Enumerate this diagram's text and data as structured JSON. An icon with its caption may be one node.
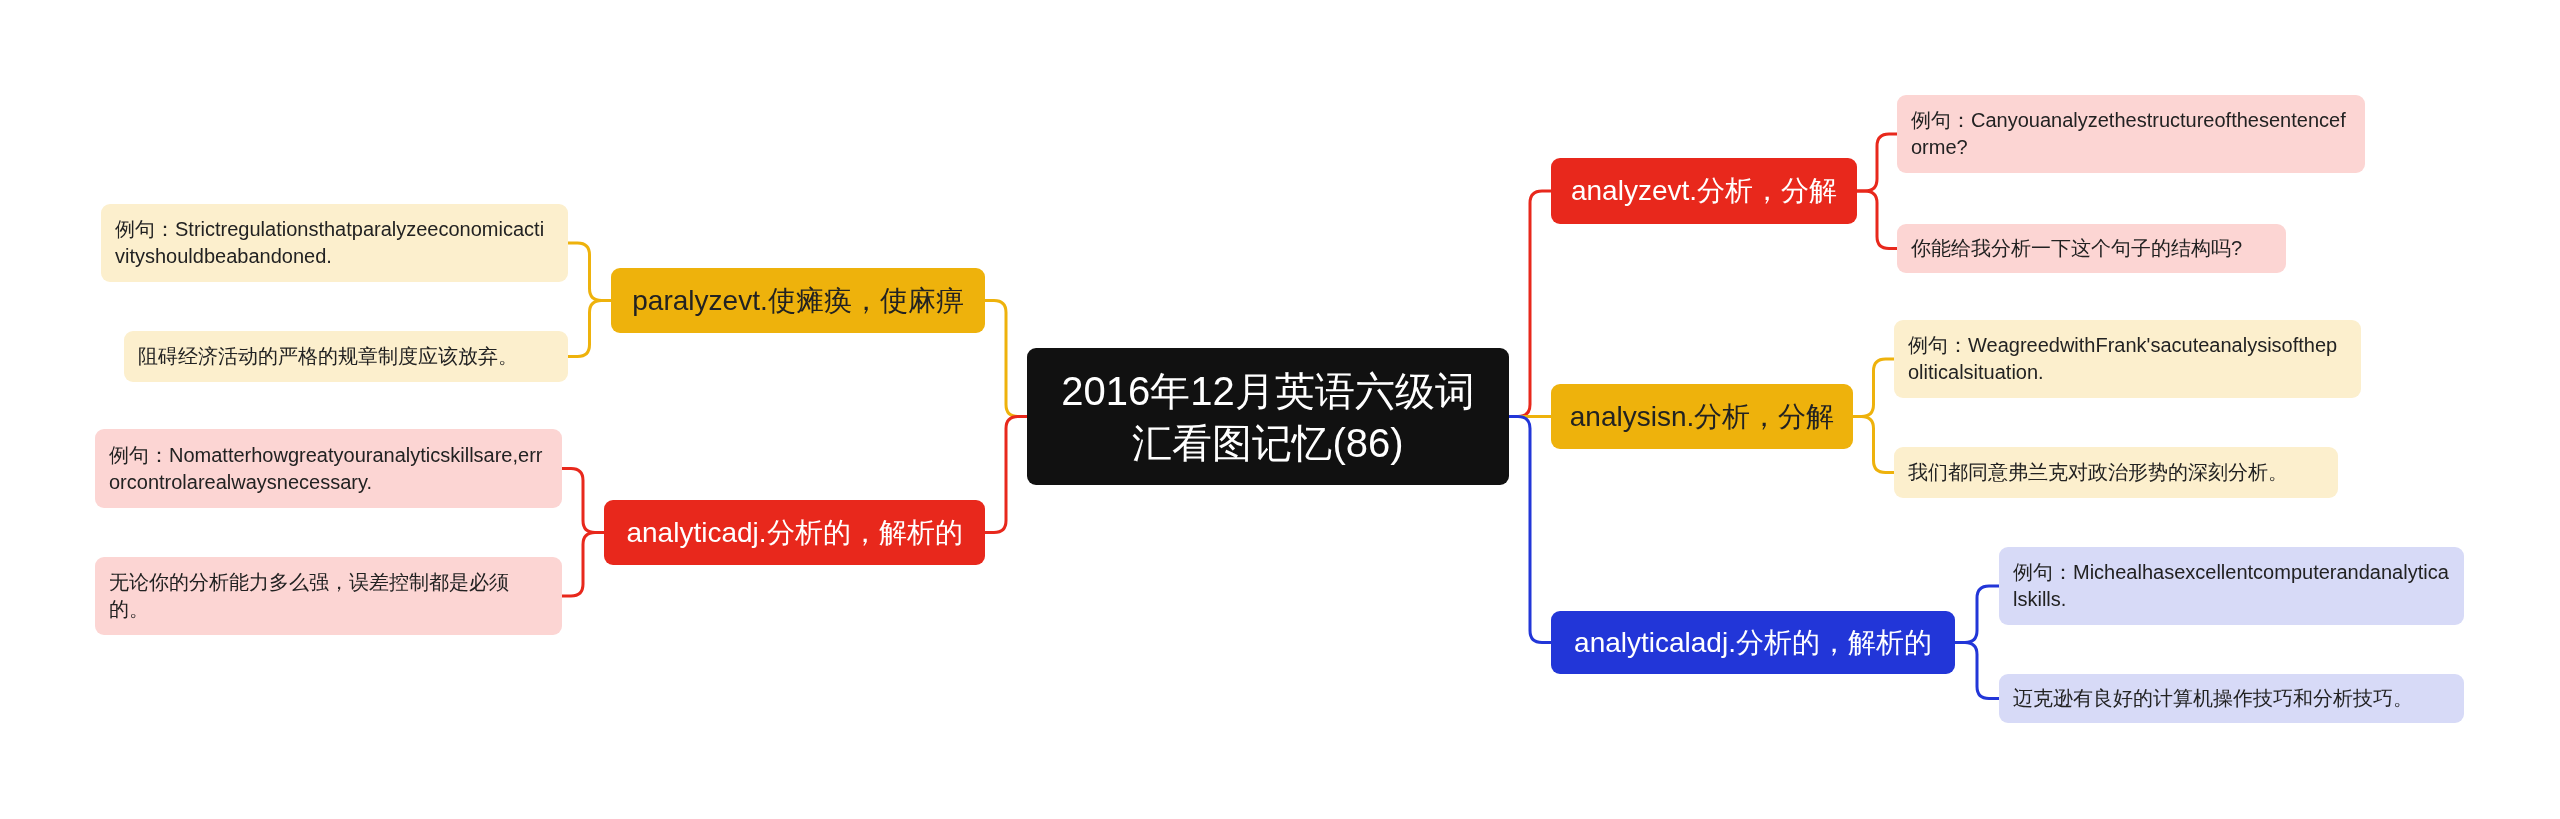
{
  "diagram": {
    "nodes": [
      {
        "text": [
          "2016年12月英语六级词汇看图记忆(86)"
        ]
      },
      {
        "text": [
          "paralyzevt.使瘫痪，使麻痹"
        ]
      },
      {
        "text": [
          "例句：Strictregulationsthatparalyzeeconomicactivityshouldbeabandoned."
        ]
      },
      {
        "text": [
          "阻碍经济活动的严格的规章制度应该放弃。"
        ]
      },
      {
        "text": [
          "analyticadj.分析的，解析的"
        ]
      },
      {
        "text": [
          "例句：Nomatterhowgreatyouranalyticskillsare,errorcontrolarealwaysnecessary."
        ]
      },
      {
        "text": [
          "无论你的分析能力多么强，误差控制都是必须的。"
        ]
      },
      {
        "text": [
          "analyzevt.分析，分解"
        ]
      },
      {
        "text": [
          "例句：Canyouanalyzethestructureofthesentenceforme?"
        ]
      },
      {
        "text": [
          "你能给我分析一下这个句子的结构吗?"
        ]
      },
      {
        "text": [
          "analysisn.分析，分解"
        ]
      },
      {
        "text": [
          "例句：WeagreedwithFrank'sacuteanalysisofthepoliticalsituation."
        ]
      },
      {
        "text": [
          "我们都同意弗兰克对政治形势的深刻分析。"
        ]
      },
      {
        "text": [
          "analyticaladj.分析的，解析的"
        ]
      },
      {
        "text": [
          "例句：Michealhasexcellentcomputerandanalyticalskills."
        ]
      },
      {
        "text": [
          "迈克逊有良好的计算机操作技巧和分析技巧。"
        ]
      }
    ],
    "edges": [
      {
        "from": 0,
        "to": 1,
        "arrow": "none",
        "color": "#eeb20c"
      },
      {
        "from": 1,
        "to": 2,
        "arrow": "none",
        "color": "#eeb20c"
      },
      {
        "from": 1,
        "to": 3,
        "arrow": "none",
        "color": "#eeb20c"
      },
      {
        "from": 0,
        "to": 4,
        "arrow": "none",
        "color": "#e8281c"
      },
      {
        "from": 4,
        "to": 5,
        "arrow": "none",
        "color": "#e8281c"
      },
      {
        "from": 4,
        "to": 6,
        "arrow": "none",
        "color": "#e8281c"
      },
      {
        "from": 0,
        "to": 7,
        "arrow": "none",
        "color": "#e8281c"
      },
      {
        "from": 7,
        "to": 8,
        "arrow": "none",
        "color": "#e8281c"
      },
      {
        "from": 7,
        "to": 9,
        "arrow": "none",
        "color": "#e8281c"
      },
      {
        "from": 0,
        "to": 10,
        "arrow": "none",
        "color": "#eeb20c"
      },
      {
        "from": 10,
        "to": 11,
        "arrow": "none",
        "color": "#eeb20c"
      },
      {
        "from": 10,
        "to": 12,
        "arrow": "none",
        "color": "#eeb20c"
      },
      {
        "from": 0,
        "to": 13,
        "arrow": "none",
        "color": "#2236d8"
      },
      {
        "from": 13,
        "to": 14,
        "arrow": "none",
        "color": "#2236d8"
      },
      {
        "from": 13,
        "to": 15,
        "arrow": "none",
        "color": "#2236d8"
      }
    ]
  }
}
